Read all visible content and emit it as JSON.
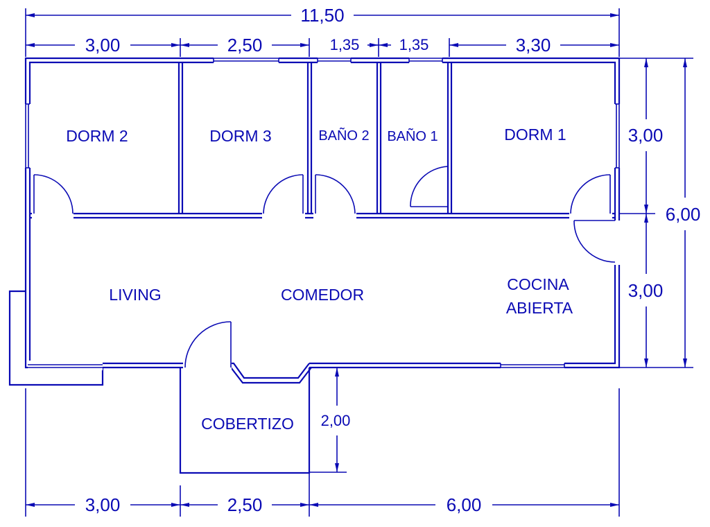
{
  "rooms": {
    "dorm2": "DORM 2",
    "dorm3": "DORM 3",
    "bano2": "BAÑO 2",
    "bano1": "BAÑO 1",
    "dorm1": "DORM 1",
    "living": "LIVING",
    "comedor": "COMEDOR",
    "cocina_line1": "COCINA",
    "cocina_line2": "ABIERTA",
    "cobertizo": "COBERTIZO"
  },
  "dimensions": {
    "top_total": "11,50",
    "top_segments": [
      "3,00",
      "2,50",
      "1,35",
      "1,35",
      "3,30"
    ],
    "right_upper": "3,00",
    "right_lower": "3,00",
    "right_total": "6,00",
    "porch_depth": "2,00",
    "bottom_segments": [
      "3,00",
      "2,50",
      "6,00"
    ]
  },
  "colors": {
    "line": "#0a0ab4",
    "background": "#ffffff"
  }
}
